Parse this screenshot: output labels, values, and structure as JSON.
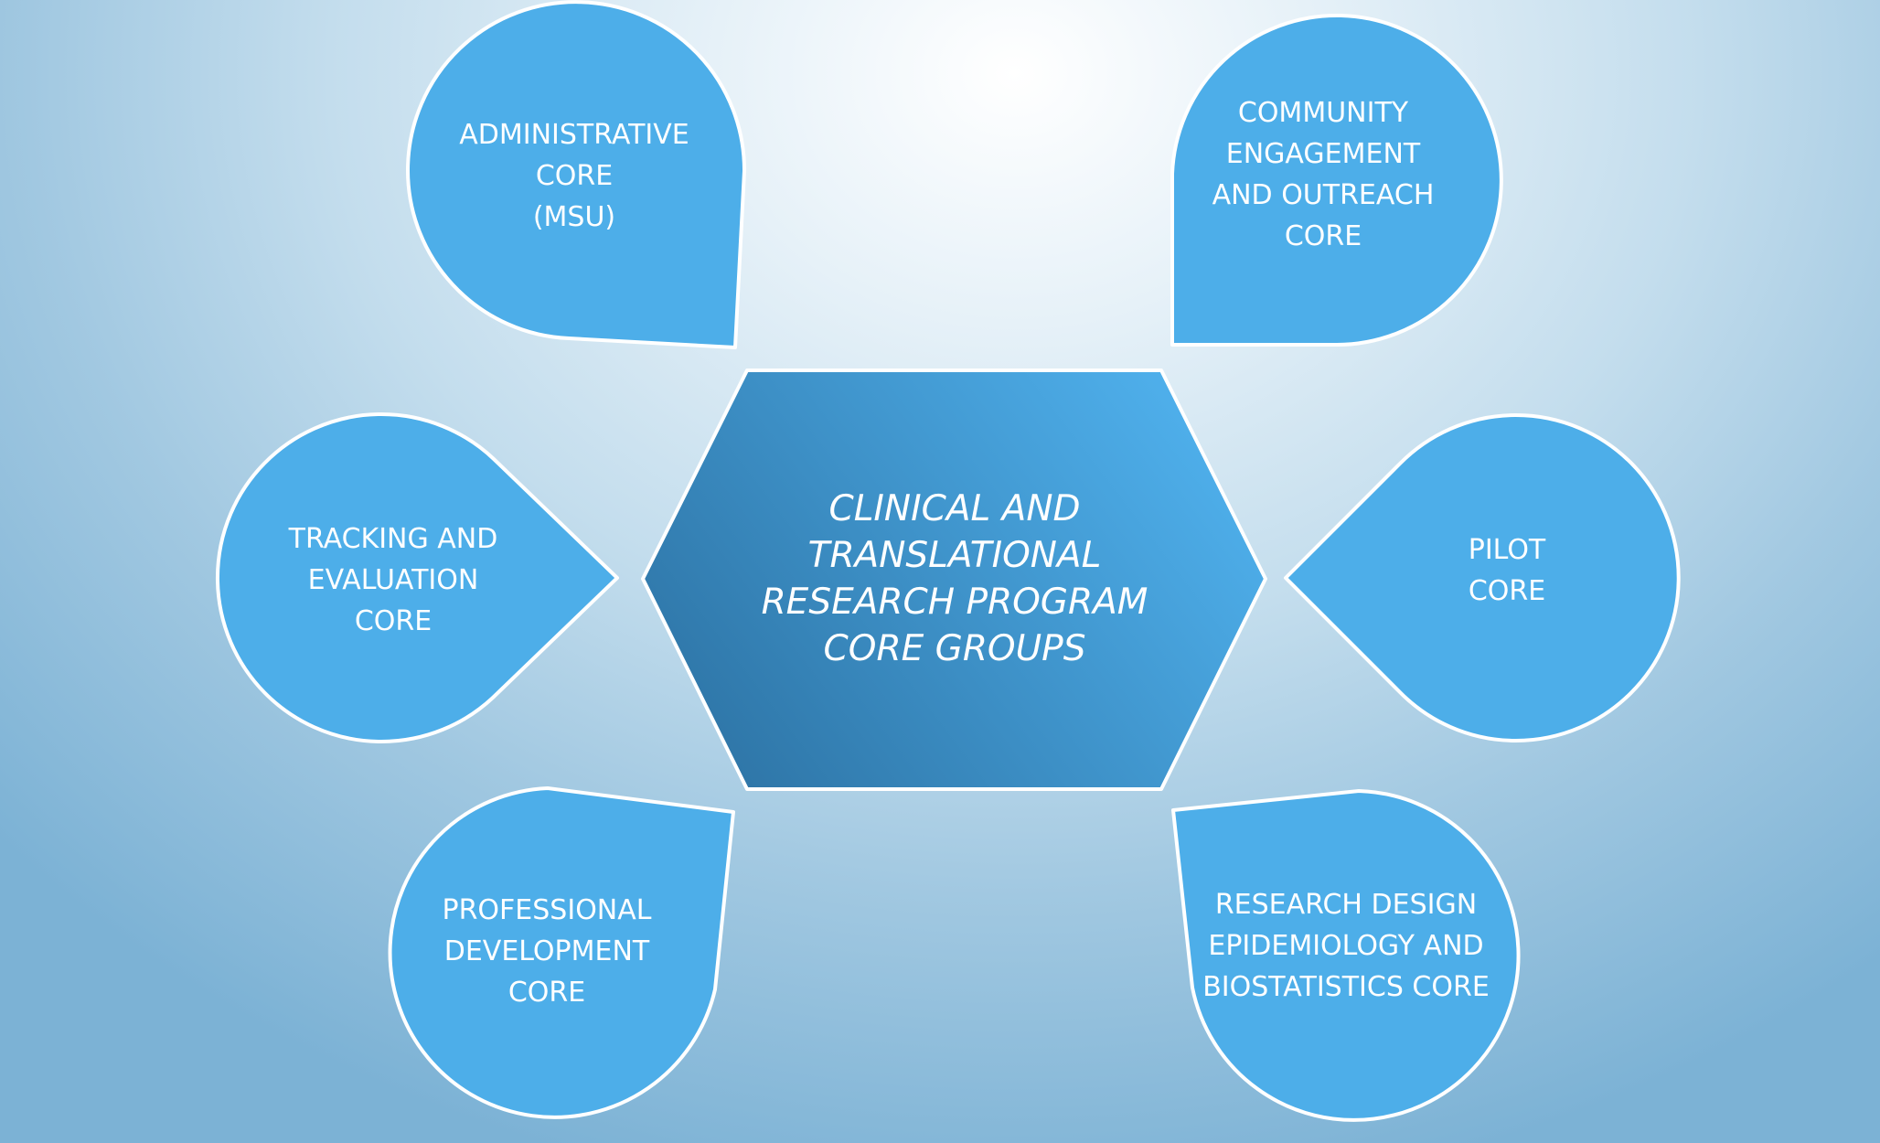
{
  "center": {
    "lines": [
      "CLINICAL AND",
      "TRANSLATIONAL",
      "RESEARCH PROGRAM",
      "CORE GROUPS"
    ]
  },
  "cores": [
    {
      "id": "administrative",
      "lines": [
        "ADMINISTRATIVE",
        "CORE",
        "(MSU)"
      ]
    },
    {
      "id": "community",
      "lines": [
        "COMMUNITY",
        "ENGAGEMENT",
        "AND OUTREACH",
        "CORE"
      ]
    },
    {
      "id": "tracking",
      "lines": [
        "TRACKING AND",
        "EVALUATION",
        "CORE"
      ]
    },
    {
      "id": "pilot",
      "lines": [
        "PILOT",
        "CORE"
      ]
    },
    {
      "id": "professional",
      "lines": [
        "PROFESSIONAL",
        "DEVELOPMENT",
        "CORE"
      ]
    },
    {
      "id": "research",
      "lines": [
        "RESEARCH DESIGN",
        "EPIDEMIOLOGY AND",
        "BIOSTATISTICS CORE"
      ]
    }
  ],
  "colors": {
    "node_fill": "#4daee9",
    "node_stroke": "#ffffff",
    "hex_dark": "#2f77a9",
    "hex_light": "#4fb0ec",
    "text": "#ffffff"
  }
}
